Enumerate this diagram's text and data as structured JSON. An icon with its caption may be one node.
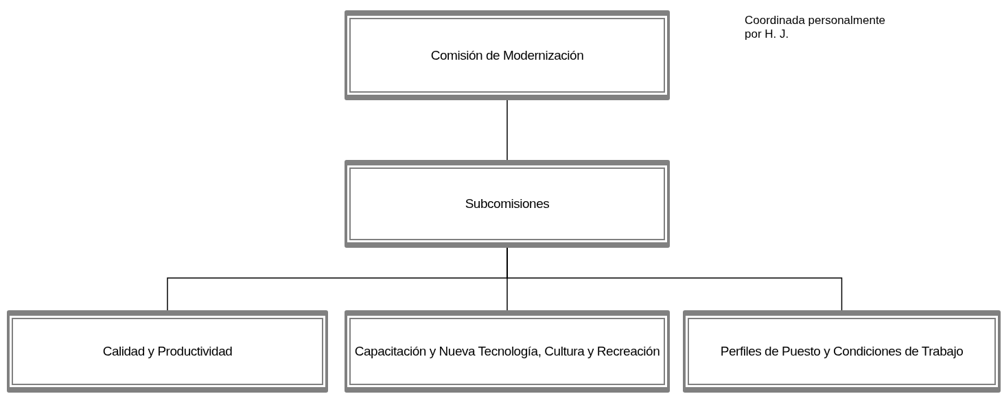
{
  "diagram": {
    "nodes": [
      {
        "text": [
          "Comisión de Modernización"
        ]
      },
      {
        "text": [
          "Subcomisiones"
        ]
      },
      {
        "text": [
          "Calidad y Productividad"
        ]
      },
      {
        "text": [
          "Capacitación y Nueva Tecnología, Cultura y Recreación"
        ]
      },
      {
        "text": [
          "Perfiles de Puesto y Condiciones de Trabajo"
        ]
      }
    ],
    "edges": [
      {
        "from": 0,
        "to": 1,
        "arrow": "none"
      },
      {
        "from": 1,
        "to": 2,
        "arrow": "none"
      },
      {
        "from": 1,
        "to": 3,
        "arrow": "none"
      },
      {
        "from": 1,
        "to": 4,
        "arrow": "none"
      }
    ],
    "labels": [
      "Coordinada personalmente por H. J."
    ]
  }
}
